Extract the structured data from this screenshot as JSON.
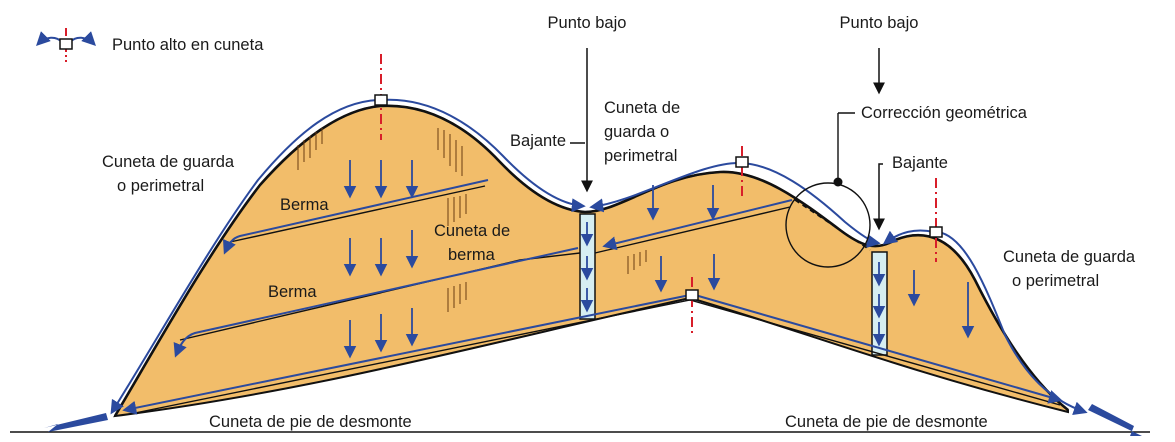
{
  "legend": {
    "icon": "high-point-icon",
    "text": "Punto alto en cuneta"
  },
  "labels": {
    "punto_bajo_1": "Punto bajo",
    "punto_bajo_2": "Punto bajo",
    "bajante_1": "Bajante",
    "bajante_2": "Bajante",
    "cuneta_guarda_centro_1": "Cuneta de",
    "cuneta_guarda_centro_2": "guarda o",
    "cuneta_guarda_centro_3": "perimetral",
    "correccion": "Corrección geométrica",
    "cuneta_guarda_izq_1": "Cuneta de guarda",
    "cuneta_guarda_izq_2": "o perimetral",
    "cuneta_guarda_der_1": "Cuneta de guarda",
    "cuneta_guarda_der_2": "o perimetral",
    "berma_1": "Berma",
    "berma_2": "Berma",
    "cuneta_berma_1": "Cuneta de",
    "cuneta_berma_2": "berma",
    "pie_izq": "Cuneta de pie de desmonte",
    "pie_der": "Cuneta de pie de desmonte"
  },
  "colors": {
    "soil": "#f2bd6a",
    "outline": "#111111",
    "ditch": "#2b4a9e",
    "divide": "#d81e2a",
    "downpipe": "#d6eef2"
  }
}
